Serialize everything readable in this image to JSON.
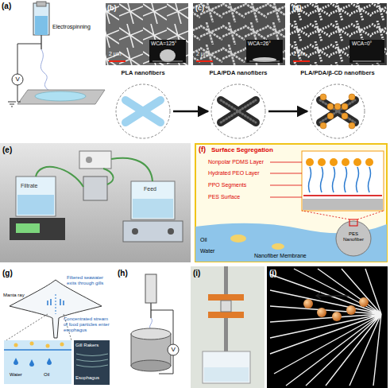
{
  "diagram": {
    "nodes": [
      {
        "text": [
          "PLA nanofibers"
        ]
      },
      {
        "text": [
          "PLA/PDA nanofibers"
        ]
      },
      {
        "text": [
          "PLA/PDA/β-CD nanofibers"
        ]
      }
    ],
    "edges": [
      {
        "from": 0,
        "to": 1,
        "arrow": "to"
      },
      {
        "from": 1,
        "to": 2,
        "arrow": "to"
      }
    ],
    "labels": [
      "(a)",
      "Electrospinning",
      "V",
      "(b)",
      "2 μm",
      "WCA=125°",
      "(c)",
      "2 μm",
      "WCA=26°",
      "(d)",
      "2 μm",
      "WCA=0°",
      "(e)",
      "Filtrate",
      "Feed",
      "(f)",
      "Surface Segregation",
      "Nonpolar PDMS Layer",
      "Hydrated PEO Layer",
      "PPO Segments",
      "PES Surface",
      "Oil",
      "Water",
      "PES Nanofiber",
      "Nanofiber Membrane",
      "(g)",
      "Manta ray",
      "Filtered seawater exits through gills",
      "Concentrated stream of food particles enter esophagus",
      "Water",
      "Oil",
      "Gill Rakers",
      "Esophagus",
      "(h)",
      "V",
      "(i)",
      "(j)"
    ]
  }
}
